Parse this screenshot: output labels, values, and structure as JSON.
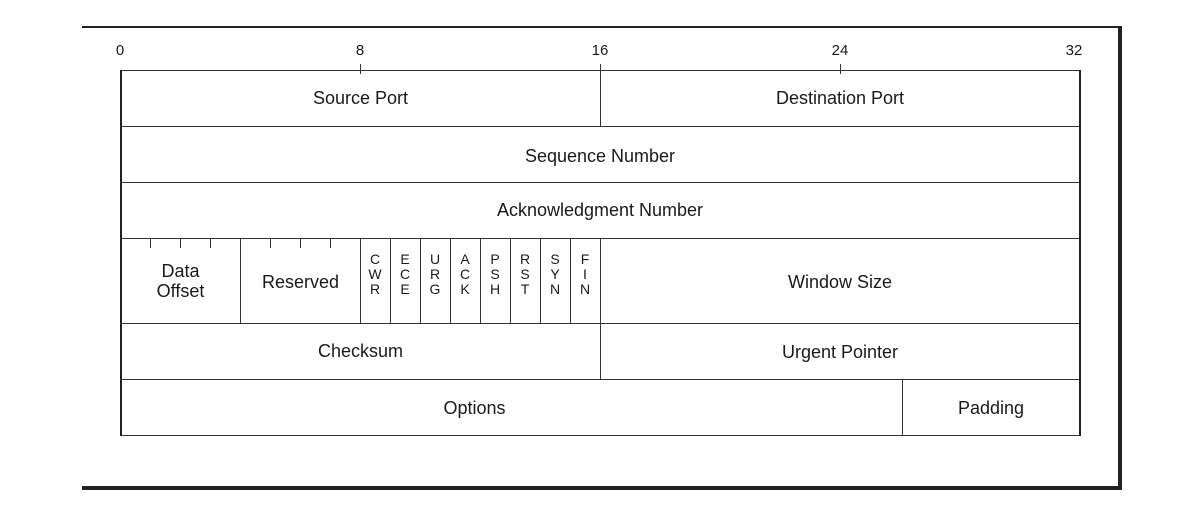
{
  "bit_numbers": [
    "0",
    "8",
    "16",
    "24",
    "32"
  ],
  "fields": {
    "source_port": "Source Port",
    "destination_port": "Destination Port",
    "sequence_number": "Sequence Number",
    "acknowledgment_number": "Acknowledgment Number",
    "data_offset_line1": "Data",
    "data_offset_line2": "Offset",
    "reserved": "Reserved",
    "window_size": "Window Size",
    "checksum": "Checksum",
    "urgent_pointer": "Urgent Pointer",
    "options": "Options",
    "padding": "Padding"
  },
  "flags": [
    {
      "name": "CWR",
      "letters": [
        "C",
        "W",
        "R"
      ]
    },
    {
      "name": "ECE",
      "letters": [
        "E",
        "C",
        "E"
      ]
    },
    {
      "name": "URG",
      "letters": [
        "U",
        "R",
        "G"
      ]
    },
    {
      "name": "ACK",
      "letters": [
        "A",
        "C",
        "K"
      ]
    },
    {
      "name": "PSH",
      "letters": [
        "P",
        "S",
        "H"
      ]
    },
    {
      "name": "RST",
      "letters": [
        "R",
        "S",
        "T"
      ]
    },
    {
      "name": "SYN",
      "letters": [
        "S",
        "Y",
        "N"
      ]
    },
    {
      "name": "FIN",
      "letters": [
        "F",
        "I",
        "N"
      ]
    }
  ]
}
